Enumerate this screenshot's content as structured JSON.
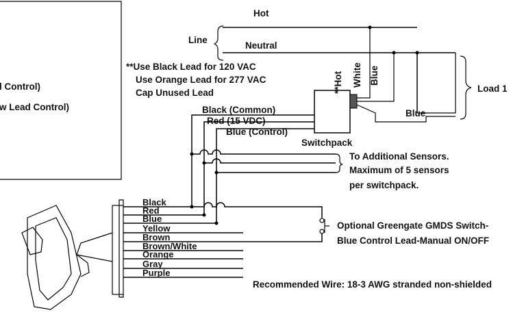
{
  "panel": {
    "line1": "l Control)",
    "line2": "w Lead Control)"
  },
  "line_feed": {
    "label": "Line",
    "hot": "Hot",
    "neutral": "Neutral"
  },
  "note": {
    "line1": "**Use Black Lead for 120 VAC",
    "line2": "Use Orange Lead for 277 VAC",
    "line3": "Cap Unused Lead"
  },
  "switchpack": {
    "label": "Switchpack",
    "hot": "**Hot",
    "white": "White",
    "blue_vertical": "Blue",
    "blue_out": "Blue"
  },
  "load": {
    "label": "Load 1"
  },
  "bus": {
    "black": "Black (Common)",
    "red": "Red (15 VDC)",
    "blue": "Blue (Control)"
  },
  "additional": {
    "line1": "To Additional Sensors.",
    "line2": "Maximum of 5 sensors",
    "line3": "per switchpack."
  },
  "sensor_wires": [
    "Black",
    "Red",
    "Blue",
    "Yellow",
    "Brown",
    "Brown/White",
    "Orange",
    "Gray",
    "Purple"
  ],
  "switch_note": {
    "line1": "Optional Greengate GMDS Switch-",
    "line2": "Blue Control Lead-Manual ON/OFF"
  },
  "recommended": "Recommended Wire: 18-3 AWG stranded non-shielded"
}
